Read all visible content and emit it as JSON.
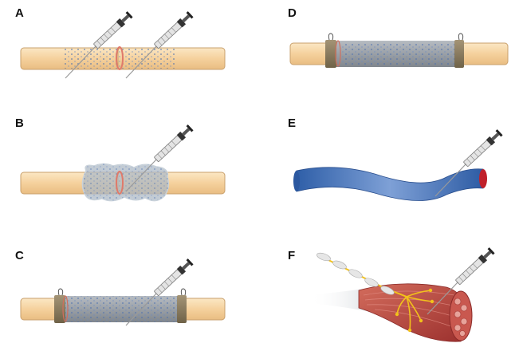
{
  "panels": [
    {
      "label": "A"
    },
    {
      "label": "B"
    },
    {
      "label": "C"
    },
    {
      "label": "D"
    },
    {
      "label": "E"
    },
    {
      "label": "F"
    }
  ],
  "colors": {
    "nerve_fill": "#f6d6a6",
    "nerve_stroke": "#c9a06c",
    "suture": "#e07a6a",
    "dots": "#4a6fb0",
    "conduit": "#9ea3a9",
    "cuff": "#8a7a5c",
    "vein": "#3b6fb5",
    "vein_cut": "#c0202a",
    "muscle": "#b8443f",
    "axon": "#f2c21a"
  },
  "icons": [
    "syringe-icon",
    "suture-stitch-icon"
  ]
}
